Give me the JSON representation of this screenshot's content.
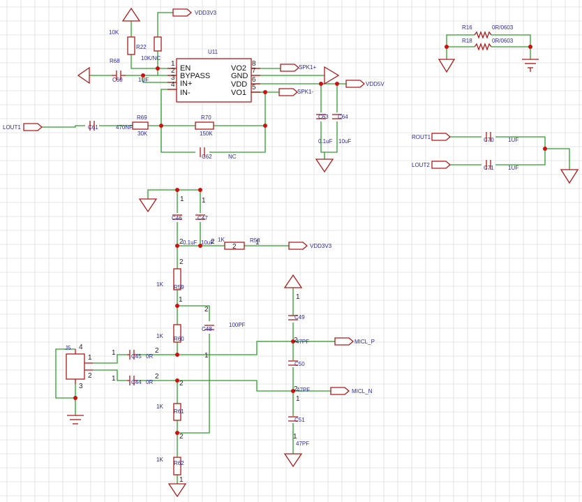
{
  "u11": {
    "ref": "U11",
    "left_pins": [
      {
        "num": "1",
        "name": "EN"
      },
      {
        "num": "2",
        "name": "BYPASS"
      },
      {
        "num": "3",
        "name": "IN+"
      },
      {
        "num": "4",
        "name": "IN-"
      }
    ],
    "right_pins": [
      {
        "num": "8",
        "name": "VO2"
      },
      {
        "num": "7",
        "name": "GND"
      },
      {
        "num": "6",
        "name": "VDD"
      },
      {
        "num": "5",
        "name": "VO1"
      }
    ]
  },
  "nets": {
    "vdd3v3_top": "VDD3V3",
    "spk_plus": "SPK1+",
    "spk_minus": "SPK1-",
    "vdd5v": "VDD5V",
    "lout1": "LOUT1",
    "rout1": "ROUT1",
    "lout2": "LOUT2",
    "vdd3v3_mid": "VDD3V3",
    "micl_p": "MICL_P",
    "micl_n": "MICL_N"
  },
  "components": {
    "r22": {
      "ref": "R22",
      "value": "10K"
    },
    "r_nc": {
      "value": "10K/NC"
    },
    "r68": {
      "ref": "R68"
    },
    "c60": {
      "ref": "C60",
      "value": "1UF"
    },
    "c61": {
      "ref": "C61",
      "value": "470NF"
    },
    "r69": {
      "ref": "R69",
      "value": "30K"
    },
    "r70": {
      "ref": "R70",
      "value": "150K"
    },
    "c62": {
      "ref": "C62",
      "value": "NC"
    },
    "c63": {
      "ref": "C63",
      "value": "0.1uF"
    },
    "c64": {
      "ref": "C64",
      "value": "10uF"
    },
    "r16": {
      "ref": "R16",
      "value": "0R/0603"
    },
    "r18": {
      "ref": "R18",
      "value": "0R/0603"
    },
    "c70": {
      "ref": "C70",
      "value": "1UF"
    },
    "c71": {
      "ref": "C71",
      "value": "1UF"
    },
    "c46": {
      "ref": "C46",
      "value": "0.1uF",
      "pin1": "1",
      "pin2": "2"
    },
    "c47": {
      "ref": "C47",
      "value": "10uF",
      "pin1": "1",
      "pin2": "2"
    },
    "r58": {
      "ref": "R58",
      "value": "1K",
      "pin1": "1",
      "pin2": "2"
    },
    "r59": {
      "ref": "R59",
      "value": "1K",
      "pin1": "1",
      "pin2": "2"
    },
    "r60": {
      "ref": "R60",
      "value": "1K"
    },
    "c48": {
      "ref": "C48",
      "value": "100PF",
      "pin1": "1",
      "pin2": "2"
    },
    "c49": {
      "ref": "C49",
      "pin1": "1"
    },
    "c50": {
      "ref": "C50",
      "value": "47PF",
      "pin2": "2"
    },
    "c51": {
      "ref": "C51",
      "value": "47PF",
      "pin1": "1",
      "pin2": "2"
    },
    "c52": {
      "value": "47PF",
      "pin1": "1"
    },
    "c45": {
      "ref": "C45",
      "value": "0R",
      "pin1": "1",
      "pin2": "2"
    },
    "c44": {
      "ref": "C44",
      "value": "0R",
      "pin1": "1",
      "pin2": "2"
    },
    "r61": {
      "ref": "R61",
      "value": "1K",
      "pin2": "2"
    },
    "r62": {
      "ref": "R62",
      "value": "1K",
      "pin1": "1",
      "pin2": "2"
    },
    "j5": {
      "ref": "J5",
      "pins": [
        "1",
        "2",
        "3",
        "4"
      ]
    }
  }
}
